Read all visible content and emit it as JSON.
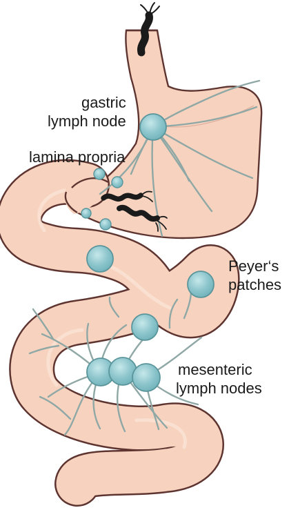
{
  "labels": {
    "gastric_lymph_node": [
      "gastric",
      "lymph node"
    ],
    "lamina_propria": "lamina propria",
    "peyers_patches": [
      "Peyer‘s",
      "patches"
    ],
    "mesenteric_lymph_nodes": [
      "mesenteric",
      "lymph nodes"
    ]
  },
  "colors": {
    "tissue_fill": "#f7d3bf",
    "tissue_outline": "#5e3430",
    "lymph_node_fill": "#8ec6cd",
    "lymph_node_outline": "#5a959c",
    "vessel": "#8fa8a5",
    "bacteria": "#1b1b1b"
  },
  "icons": {
    "bacteria": "helical-bacterium-icon",
    "lymph_node": "lymph-node-circle"
  }
}
